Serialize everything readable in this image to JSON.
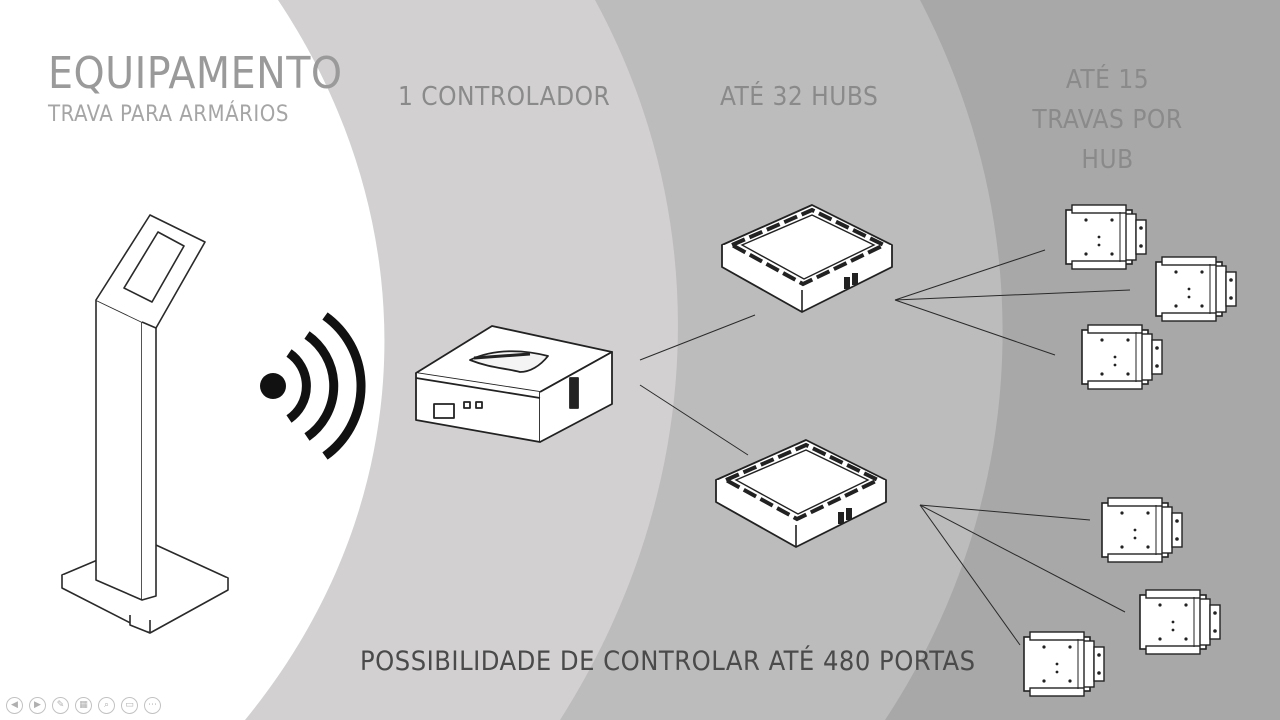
{
  "slide": {
    "title": "EQUIPAMENTO",
    "subtitle": "TRAVA PARA ARMÁRIOS",
    "columns": {
      "controller": "1 CONTROLADOR",
      "hubs": "ATÉ 32 HUBS",
      "locks": "ATÉ 15 TRAVAS POR HUB"
    },
    "footer": "POSSIBILIDADE DE CONTROLAR ATÉ 480 PORTAS"
  },
  "colors": {
    "band_white": "#ffffff",
    "band_1": "#d2d0d0",
    "band_2": "#bdbcbc",
    "band_3": "#a8a8a8",
    "line": "#1a1a1a"
  },
  "icons": {
    "kiosk": "kiosk-totem-icon",
    "wireless": "wireless-signal-icon",
    "controller": "controller-box-icon",
    "hub": "hub-board-icon",
    "lock": "cabinet-lock-icon"
  },
  "player_toolbar": [
    {
      "name": "prev-slide-button",
      "glyph": "◀"
    },
    {
      "name": "next-slide-button",
      "glyph": "▶"
    },
    {
      "name": "pen-tool-button",
      "glyph": "✎"
    },
    {
      "name": "slides-grid-button",
      "glyph": "▦"
    },
    {
      "name": "zoom-button",
      "glyph": "⌕"
    },
    {
      "name": "screen-button",
      "glyph": "▭"
    },
    {
      "name": "more-options-button",
      "glyph": "⋯"
    }
  ]
}
